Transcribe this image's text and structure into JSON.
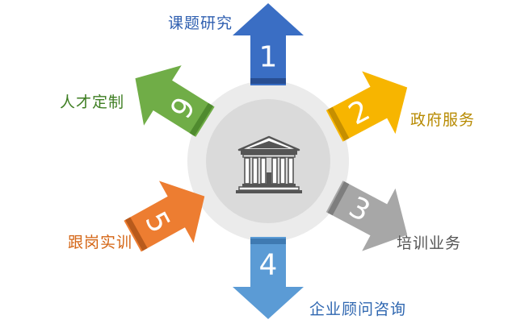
{
  "center": {
    "icon": "classical-building-icon",
    "ring_color": "#EBEBEB",
    "disc_color": "#DADADA",
    "icon_color": "#555555"
  },
  "items": [
    {
      "id": "research",
      "number": "1",
      "label": "课题研究",
      "color": "#3A6EC4",
      "collar": "#284E92",
      "label_color": "#2F5FB0"
    },
    {
      "id": "government",
      "number": "2",
      "label": "政府服务",
      "color": "#F7B500",
      "collar": "#C68F00",
      "label_color": "#B78A00"
    },
    {
      "id": "training",
      "number": "3",
      "label": "培训业务",
      "color": "#A7A7A7",
      "collar": "#7E7E7E",
      "label_color": "#555555"
    },
    {
      "id": "consulting",
      "number": "4",
      "label": "企业顾问咨询",
      "color": "#5B9BD5",
      "collar": "#3F7AB2",
      "label_color": "#2E66B0"
    },
    {
      "id": "internship",
      "number": "5",
      "label": "跟岗实训",
      "color": "#ED7D31",
      "collar": "#B85A1C",
      "label_color": "#D46514"
    },
    {
      "id": "talent",
      "number": "6",
      "label": "人才定制",
      "color": "#70AD47",
      "collar": "#4F8A2E",
      "label_color": "#3E7E22"
    }
  ]
}
